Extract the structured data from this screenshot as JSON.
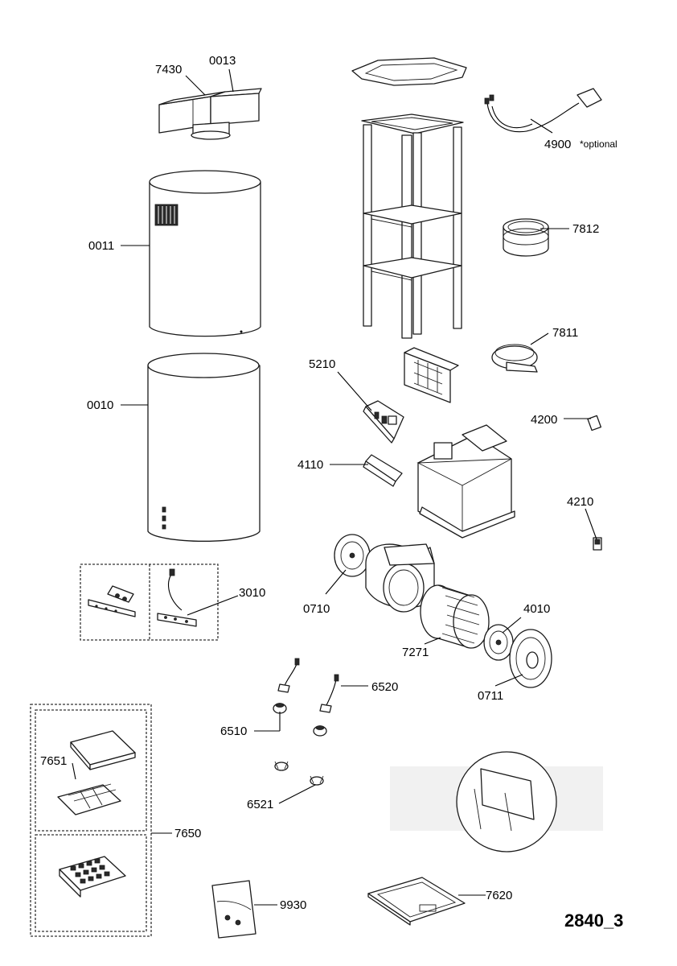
{
  "diagram_ref": "2840_3",
  "labels": {
    "p7430": "7430",
    "p0013": "0013",
    "p4900": "4900",
    "p4900_note": "*optional",
    "p0011": "0011",
    "p7812": "7812",
    "p7811": "7811",
    "p0010": "0010",
    "p5210": "5210",
    "p4200": "4200",
    "p4110": "4110",
    "p4210": "4210",
    "p3010": "3010",
    "p0710": "0710",
    "p4010": "4010",
    "p7271": "7271",
    "p0711": "0711",
    "p6520": "6520",
    "p6510": "6510",
    "p7651": "7651",
    "p6521": "6521",
    "p7650": "7650",
    "p9930": "9930",
    "p7620": "7620"
  }
}
